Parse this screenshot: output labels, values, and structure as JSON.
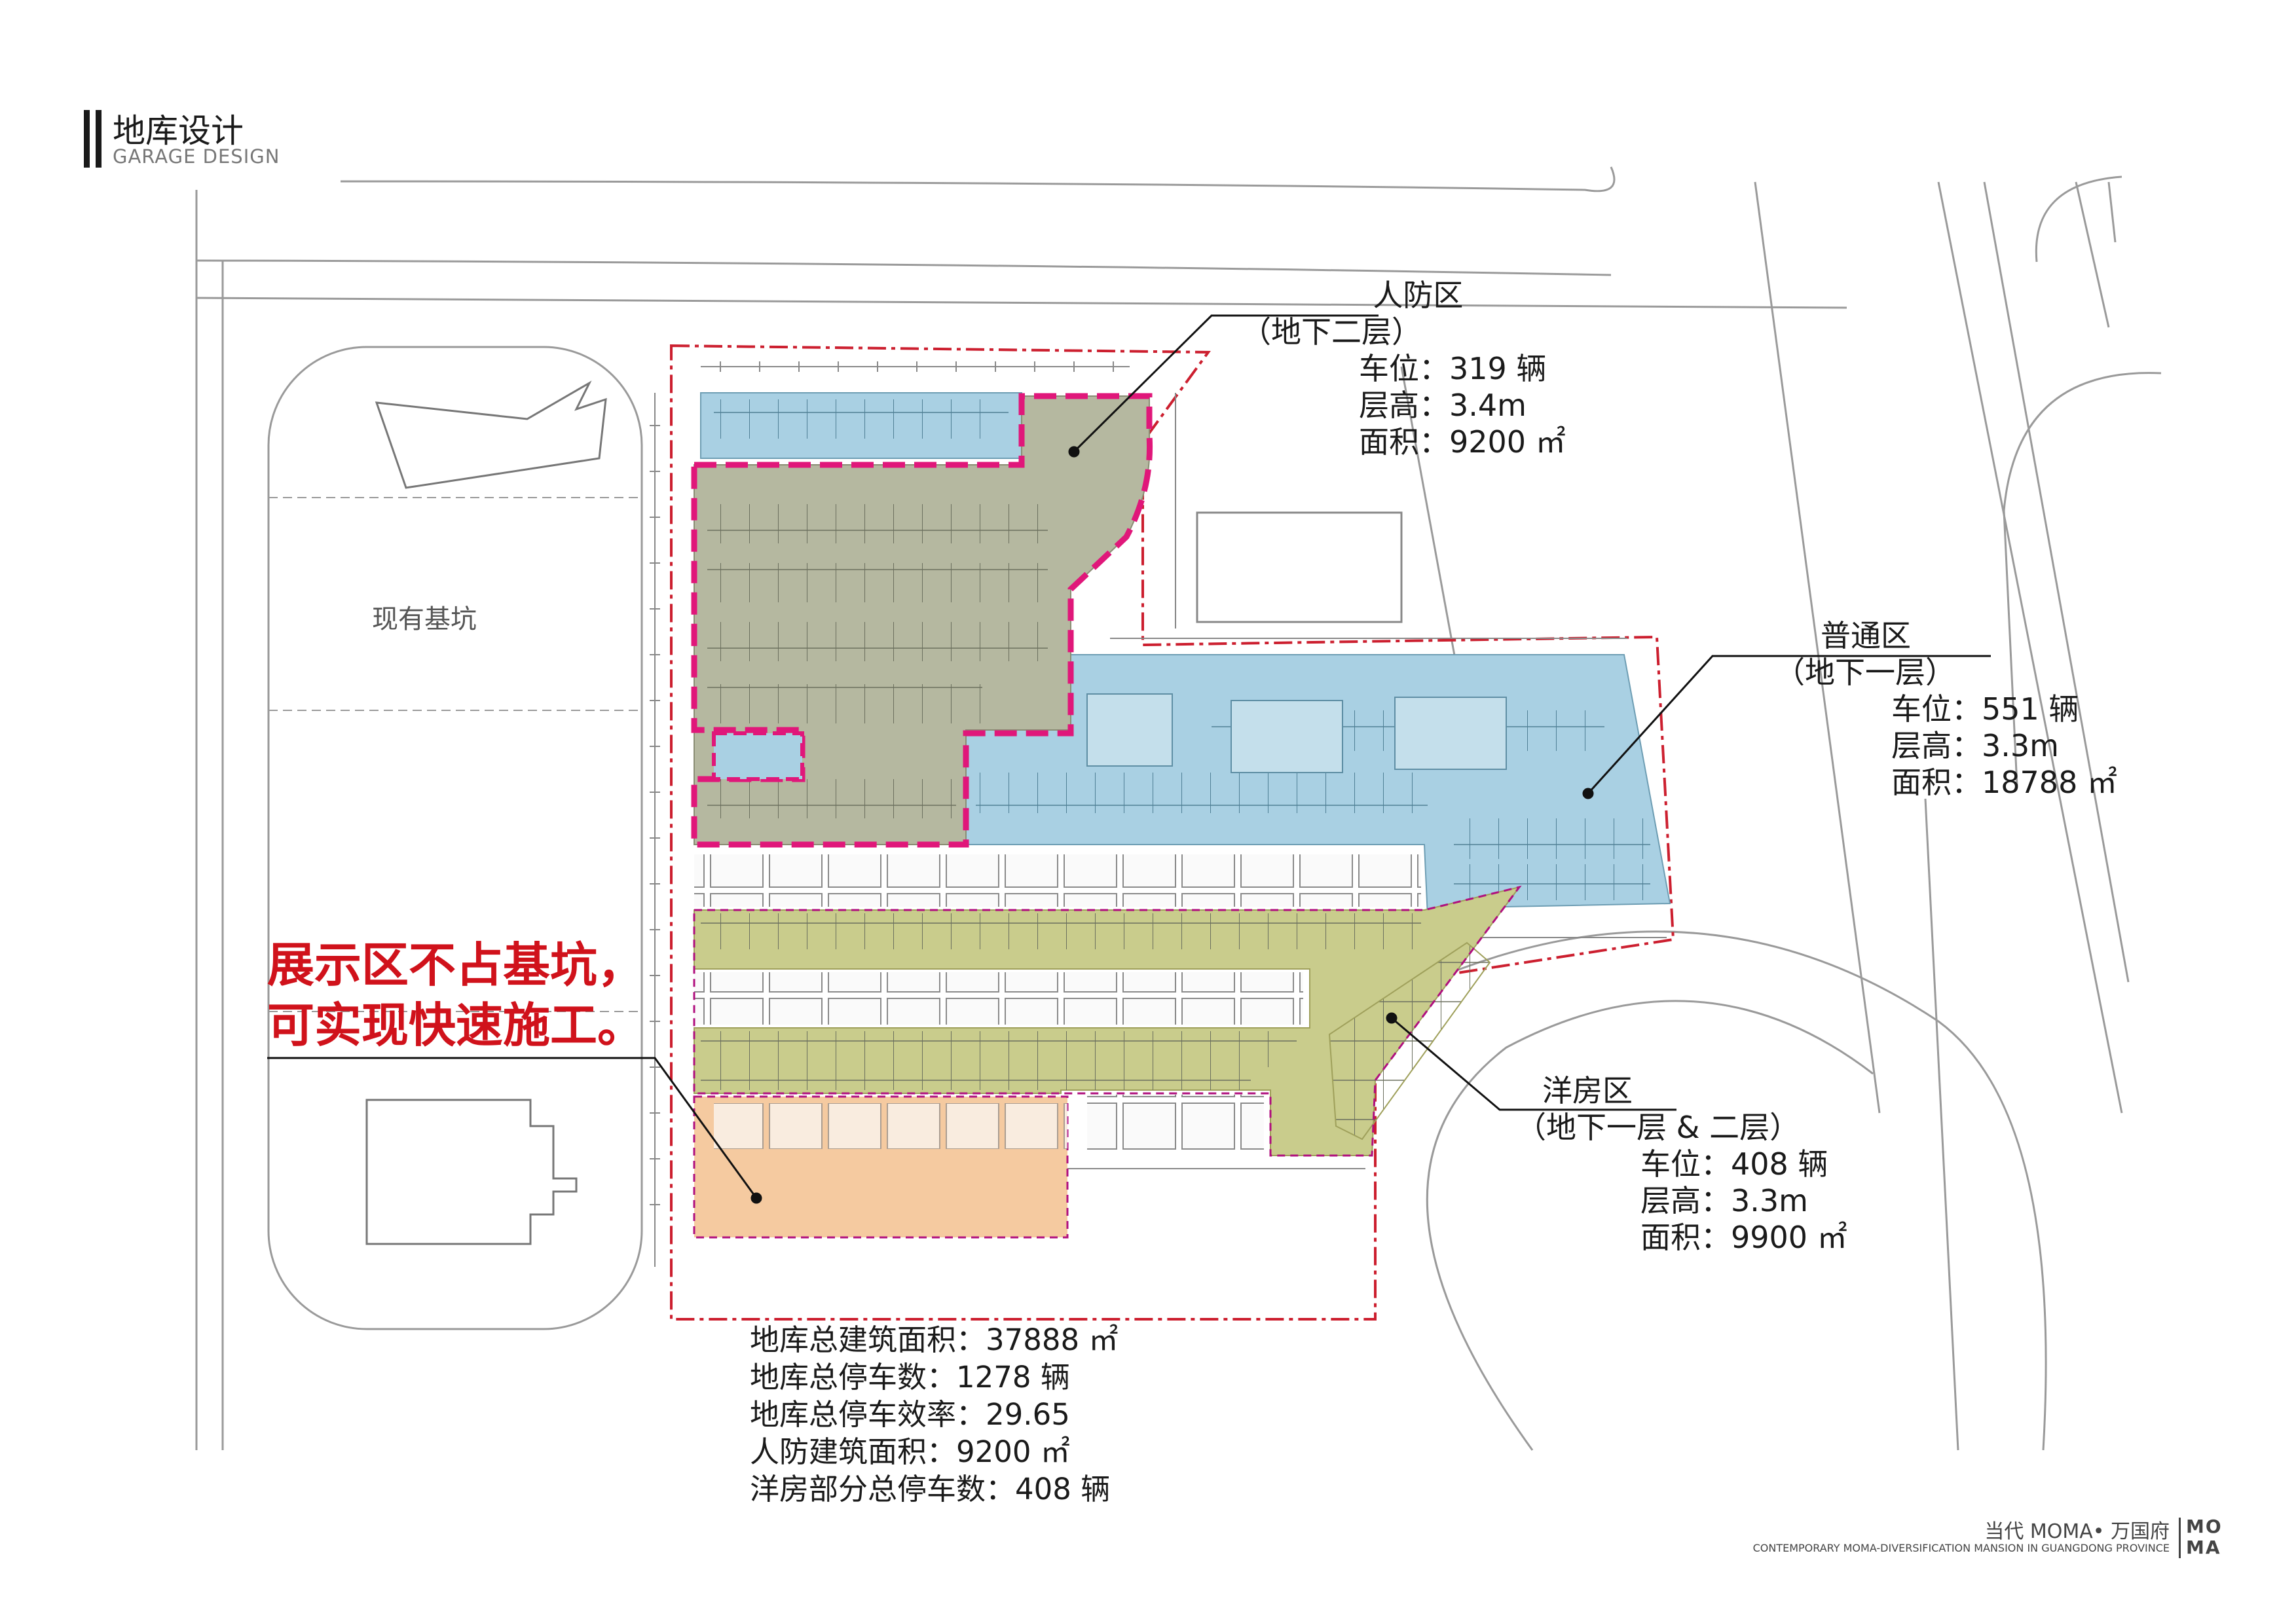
{
  "header": {
    "title_zh": "地库设计",
    "title_en": "GARAGE DESIGN"
  },
  "site": {
    "existing_pit": "现有基坑"
  },
  "zones": {
    "civil_defense": {
      "name": "人防区",
      "level": "（地下二层）",
      "spaces": "车位：319 辆",
      "height": "层高：3.4m",
      "area": "面积：9200 ㎡"
    },
    "normal": {
      "name": "普通区",
      "level": "（地下一层）",
      "spaces": "车位：551 辆",
      "height": "层高：3.3m",
      "area": "面积：18788 ㎡"
    },
    "villa": {
      "name": "洋房区",
      "level": "（地下一层 & 二层）",
      "spaces": "车位：408 辆",
      "height": "层高：3.3m",
      "area": "面积：9900 ㎡"
    }
  },
  "highlight": {
    "line1": "展示区不占基坑，",
    "line2": "可实现快速施工。"
  },
  "summary": {
    "total_area": "地库总建筑面积：37888 ㎡",
    "total_spaces": "地库总停车数：1278 辆",
    "efficiency": "地库总停车效率：29.65",
    "civil_area": "人防建筑面积：9200 ㎡",
    "villa_spaces": "洋房部分总停车数：408 辆"
  },
  "footer": {
    "project_zh": "当代 MOMA• 万国府",
    "project_en": "CONTEMPORARY MOMA-DIVERSIFICATION MANSION IN GUANGDONG PROVINCE",
    "logo_top": "MO",
    "logo_bottom": "MA"
  },
  "colors": {
    "civil_fill": "#b5b8a0",
    "normal_fill": "#a9d0e3",
    "villa_fill": "#c9cc8c",
    "display_fill": "#f5caa0",
    "magenta_border": "#e0177a",
    "red_boundary": "#cc1f2f",
    "highlight_text": "#d0121b"
  }
}
